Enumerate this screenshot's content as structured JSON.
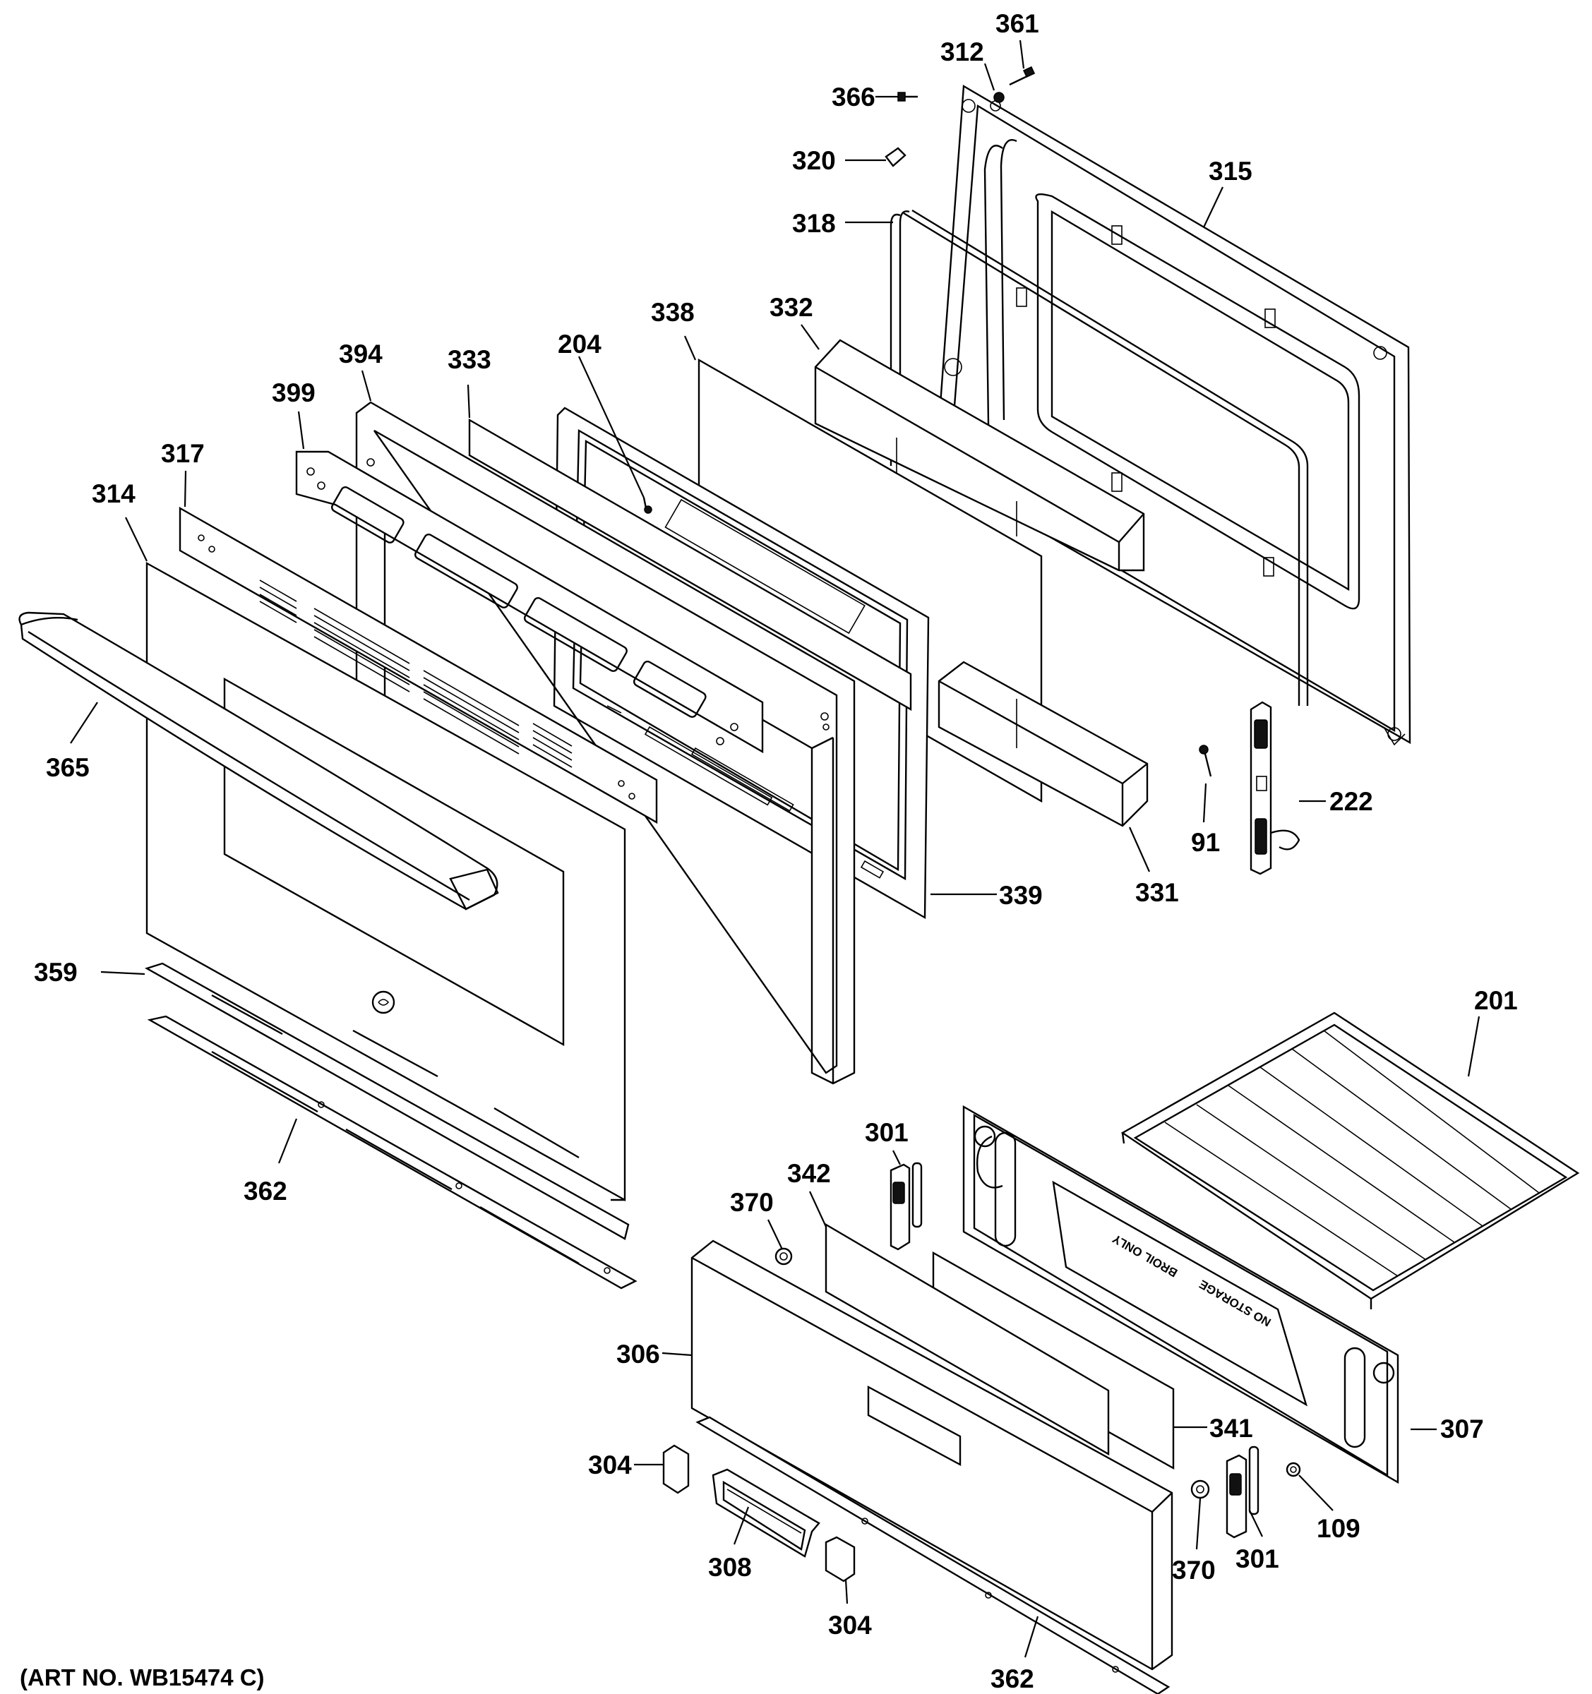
{
  "art_number": "(ART NO. WB15474 C)",
  "inscriptions": {
    "drawer_liner_text_1": "BROIL ONLY",
    "drawer_liner_text_2": "NO STORAGE"
  },
  "callouts": [
    {
      "id": "361",
      "label": "361",
      "part": "screw"
    },
    {
      "id": "312",
      "label": "312",
      "part": "washer"
    },
    {
      "id": "366",
      "label": "366",
      "part": "screw"
    },
    {
      "id": "320",
      "label": "320",
      "part": "clip"
    },
    {
      "id": "315",
      "label": "315",
      "part": "inner door panel"
    },
    {
      "id": "318",
      "label": "318",
      "part": "door gasket"
    },
    {
      "id": "332",
      "label": "332",
      "part": "insulation"
    },
    {
      "id": "338",
      "label": "338",
      "part": "glass"
    },
    {
      "id": "204",
      "label": "204",
      "part": "screw"
    },
    {
      "id": "333",
      "label": "333",
      "part": "glass"
    },
    {
      "id": "394",
      "label": "394",
      "part": "door frame"
    },
    {
      "id": "399",
      "label": "399",
      "part": "bracket"
    },
    {
      "id": "317",
      "label": "317",
      "part": "vent trim"
    },
    {
      "id": "314",
      "label": "314",
      "part": "outer door glass"
    },
    {
      "id": "365",
      "label": "365",
      "part": "door handle"
    },
    {
      "id": "339",
      "label": "339",
      "part": "inner frame"
    },
    {
      "id": "331",
      "label": "331",
      "part": "insulation"
    },
    {
      "id": "91",
      "label": "91",
      "part": "screw"
    },
    {
      "id": "222",
      "label": "222",
      "part": "door hinge"
    },
    {
      "id": "359",
      "label": "359",
      "part": "bottom trim"
    },
    {
      "id": "362a",
      "label": "362",
      "part": "door bottom trim"
    },
    {
      "id": "201",
      "label": "201",
      "part": "broiler pan"
    },
    {
      "id": "301a",
      "label": "301",
      "part": "drawer hinge"
    },
    {
      "id": "342",
      "label": "342",
      "part": "drawer glass"
    },
    {
      "id": "370a",
      "label": "370",
      "part": "bumper"
    },
    {
      "id": "306",
      "label": "306",
      "part": "drawer panel"
    },
    {
      "id": "341",
      "label": "341",
      "part": "drawer insulation"
    },
    {
      "id": "307",
      "label": "307",
      "part": "drawer liner"
    },
    {
      "id": "304a",
      "label": "304",
      "part": "handle clip"
    },
    {
      "id": "308",
      "label": "308",
      "part": "drawer handle"
    },
    {
      "id": "304b",
      "label": "304",
      "part": "handle clip"
    },
    {
      "id": "370b",
      "label": "370",
      "part": "bumper"
    },
    {
      "id": "301b",
      "label": "301",
      "part": "drawer hinge"
    },
    {
      "id": "109",
      "label": "109",
      "part": "nut"
    },
    {
      "id": "362b",
      "label": "362",
      "part": "drawer bottom trim"
    }
  ]
}
